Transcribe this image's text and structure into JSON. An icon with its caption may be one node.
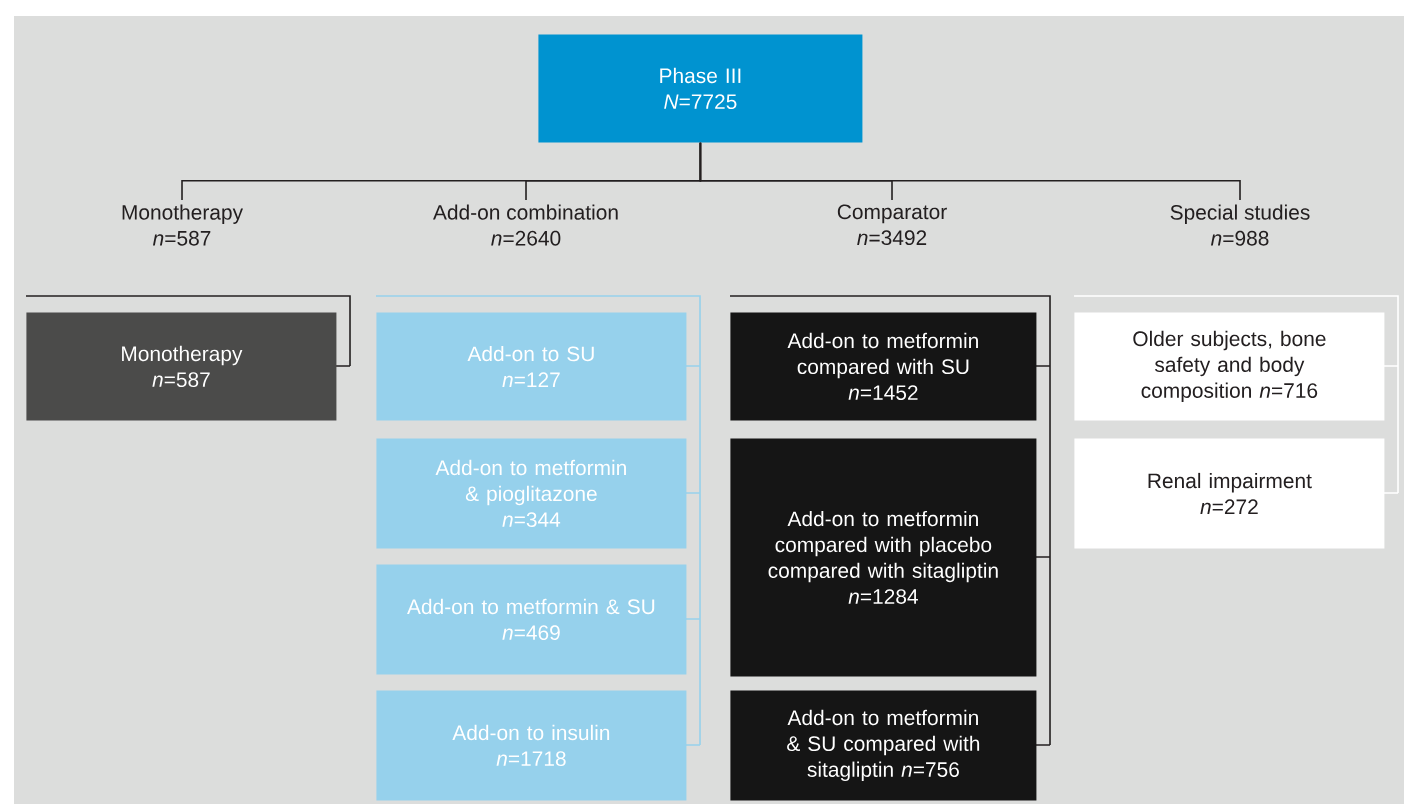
{
  "diagram": {
    "nodes": [
      {
        "text": [
          "Phase III",
          "*N*=7725"
        ]
      },
      {
        "text": [
          "Monotherapy",
          "*n*=587"
        ]
      },
      {
        "text": [
          "Add-on combination",
          "*n*=2640"
        ]
      },
      {
        "text": [
          "Comparator",
          "*n*=3492"
        ]
      },
      {
        "text": [
          "Special studies",
          "*n*=988"
        ]
      },
      {
        "text": [
          "Monotherapy",
          "*n*=587"
        ]
      },
      {
        "text": [
          "Add-on to SU",
          "*n*=127"
        ]
      },
      {
        "text": [
          "Add-on to metformin & pioglitazone",
          "*n*=344"
        ]
      },
      {
        "text": [
          "Add-on to metformin & SU",
          "*n*=469"
        ]
      },
      {
        "text": [
          "Add-on to insulin",
          "*n*=1718"
        ]
      },
      {
        "text": [
          "Add-on to metformin compared with SU",
          "*n*=1452"
        ]
      },
      {
        "text": [
          "Add-on to metformin compared with placebo compared with sitagliptin",
          "*n*=1284"
        ]
      },
      {
        "text": [
          "Add-on to metformin & SU compared with sitagliptin *n*=756"
        ]
      },
      {
        "text": [
          "Older subjects, bone safety and body composition *n*=716"
        ]
      },
      {
        "text": [
          "Renal impairment",
          "*n*=272"
        ]
      }
    ],
    "edges": [
      {
        "from": 0,
        "to": 1,
        "arrow": "none"
      },
      {
        "from": 0,
        "to": 2,
        "arrow": "none"
      },
      {
        "from": 0,
        "to": 3,
        "arrow": "none"
      },
      {
        "from": 0,
        "to": 4,
        "arrow": "none"
      }
    ]
  }
}
